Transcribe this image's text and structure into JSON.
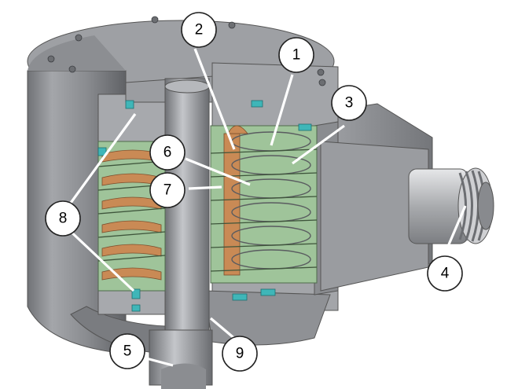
{
  "figure": {
    "description_labels": [
      {
        "id": "1",
        "text": "1"
      },
      {
        "id": "2",
        "text": "2"
      },
      {
        "id": "3",
        "text": "3"
      },
      {
        "id": "4",
        "text": "4"
      },
      {
        "id": "5",
        "text": "5"
      },
      {
        "id": "6",
        "text": "6"
      },
      {
        "id": "7",
        "text": "7"
      },
      {
        "id": "8",
        "text": "8"
      },
      {
        "id": "9",
        "text": "9"
      }
    ],
    "colors": {
      "housing": "#8e9094",
      "housing_dark": "#6a6c70",
      "housing_light": "#b9bbbf",
      "cutface": "#a5a7ab",
      "shaft": "#9a9ca0",
      "insulator_green": "#9fc49a",
      "copper": "#c98a55",
      "teal": "#3fb6b8",
      "connector": "#c8c9cc"
    }
  }
}
